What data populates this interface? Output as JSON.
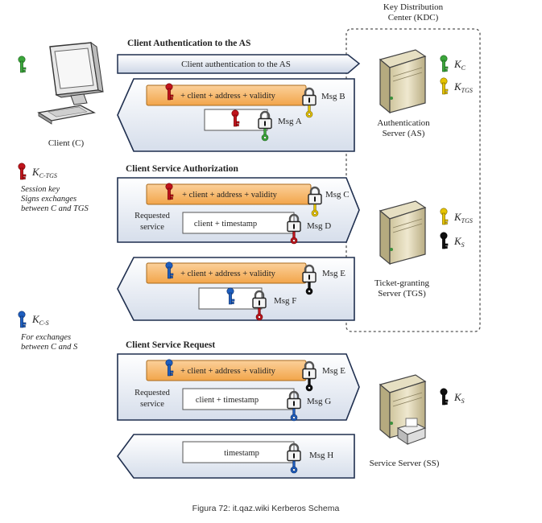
{
  "kdc_label": [
    "Key Distribution",
    "Center (KDC)"
  ],
  "client": {
    "label": "Client (C)"
  },
  "section_1": {
    "title": "Client Authentication to the AS",
    "arrow_label": "Client authentication to the AS",
    "ticket_text": "+ client + address + validity",
    "msg_b": "Msg B",
    "msg_a": "Msg A"
  },
  "section_2": {
    "title": "Client Service Authorization",
    "ticket_text": "+ client + address + validity",
    "msg_c": "Msg C",
    "requested_service": [
      "Requested",
      "service"
    ],
    "auth_text": "client + timestamp",
    "msg_d": "Msg D",
    "ticket2_text": "+ client + address + validity",
    "msg_e": "Msg E",
    "msg_f": "Msg F"
  },
  "section_3": {
    "title": "Client Service Request",
    "ticket_text": "+ client + address + validity",
    "msg_e": "Msg E",
    "requested_service": [
      "Requested",
      "service"
    ],
    "auth_text": "client + timestamp",
    "msg_g": "Msg G",
    "reply_text": "timestamp",
    "msg_h": "Msg H"
  },
  "legend": {
    "kctgs": {
      "main": "K",
      "sub": "C-TGS",
      "desc": [
        "Session key",
        "Signs exchanges",
        "between C and TGS"
      ]
    },
    "kcs": {
      "main": "K",
      "sub": "C-S",
      "desc": [
        "For exchanges",
        "between C and S"
      ]
    }
  },
  "servers": {
    "as": {
      "label": [
        "Authentication",
        "Server (AS)"
      ],
      "key1_main": "K",
      "key1_sub": "C",
      "key2_main": "K",
      "key2_sub": "TGS"
    },
    "tgs": {
      "label": [
        "Ticket-granting",
        "Server (TGS)"
      ],
      "key1_main": "K",
      "key1_sub": "TGS",
      "key2_main": "K",
      "key2_sub": "S"
    },
    "ss": {
      "label": "Service Server (SS)",
      "key1_main": "K",
      "key1_sub": "S"
    }
  },
  "caption": "Figura 72: it.qaz.wiki Kerberos Schema",
  "colors": {
    "panel_fill": "#e9edf5",
    "panel_stroke": "#1f2f4f",
    "ticket_fill": "#f6b25c",
    "key_green": "#3aa63a",
    "key_yellow": "#e6c400",
    "key_red": "#c0141c",
    "key_blue": "#1f5fbf",
    "key_black": "#111111"
  }
}
